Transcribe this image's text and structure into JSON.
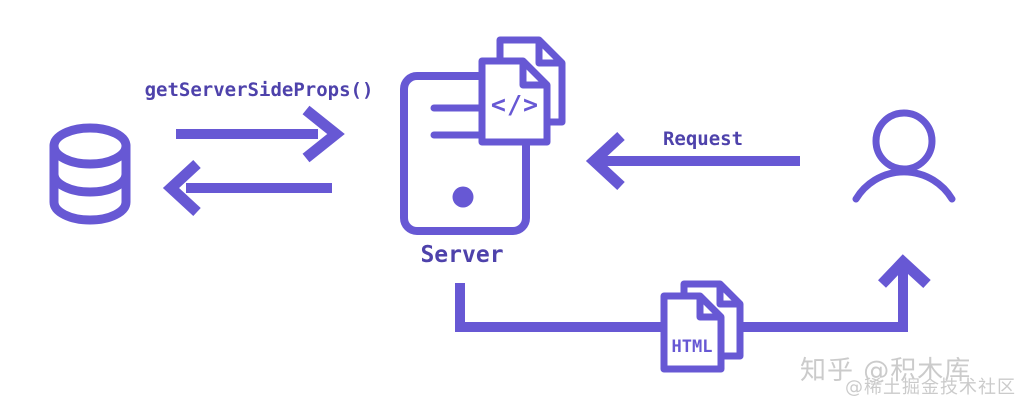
{
  "colors": {
    "accent": "#6758D4",
    "label": "#4E42AB",
    "watermark": "#cbcbcb"
  },
  "diagram": {
    "fetch_label": "getServerSideProps()",
    "server_label": "Server",
    "request_label": "Request",
    "code_symbol": "</>",
    "html_label": "HTML"
  },
  "watermarks": {
    "line1": "知乎 @积木库",
    "line2": "@稀土掘金技术社区"
  }
}
